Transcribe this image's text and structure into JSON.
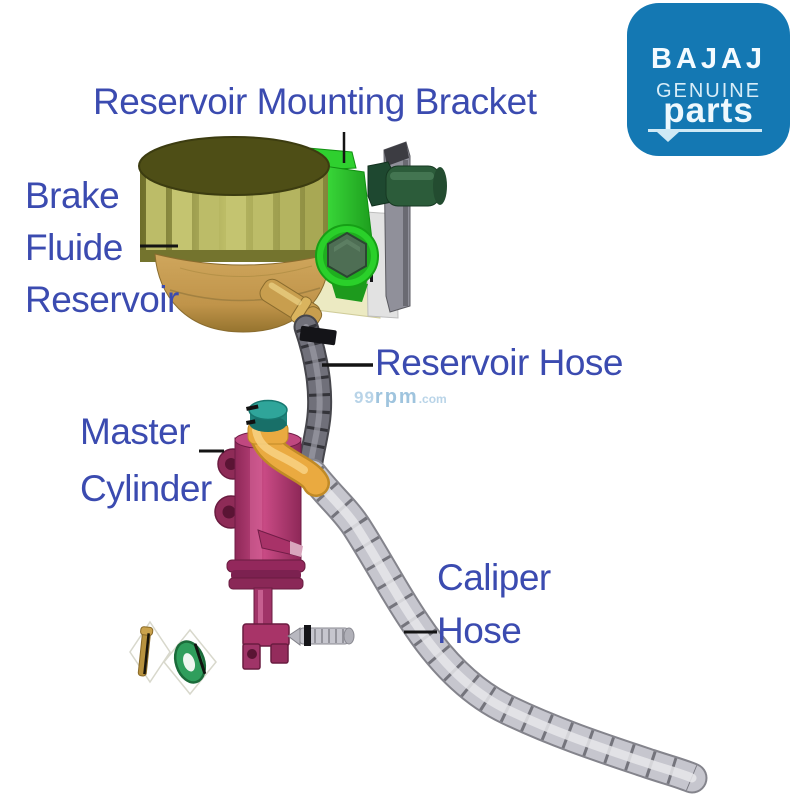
{
  "page": {
    "background_color": "#ffffff"
  },
  "logo": {
    "brand": "BAJAJ",
    "line2": "GENUINE",
    "line3": "parts",
    "background_color": "#1478b3",
    "text_color": "#ffffff"
  },
  "labels": {
    "color": "#3b4bb0",
    "reservoir_mounting_bracket": "Reservoir Mounting Bracket",
    "brake_fluid_reservoir_line1": "Brake",
    "brake_fluid_reservoir_line2": "Fluide",
    "brake_fluid_reservoir_line3": "Reservoir",
    "reservoir_hose": "Reservoir Hose",
    "master_cylinder_line1": "Master",
    "master_cylinder_line2": "Cylinder",
    "caliper_hose_line1": "Caliper",
    "caliper_hose_line2": "Hose"
  },
  "watermark": {
    "number": "99",
    "name": "rpm",
    "tld": ".com",
    "color": "#9fc4de"
  },
  "diagram": {
    "parts": [
      {
        "id": "reservoir-cap",
        "color": "#b4b45e"
      },
      {
        "id": "brake-fluid-reservoir",
        "color": "#c89e4e"
      },
      {
        "id": "reservoir-mounting-bracket",
        "color": "#2ad02a"
      },
      {
        "id": "bracket-bolt",
        "color": "#4e6e54"
      },
      {
        "id": "bracket-plate",
        "color": "#90909a"
      },
      {
        "id": "bracket-sleeve",
        "color": "#2c5c3a"
      },
      {
        "id": "reservoir-hose",
        "color": "#70707a"
      },
      {
        "id": "hose-clamp",
        "color": "#141418"
      },
      {
        "id": "master-cylinder",
        "color": "#b83c74"
      },
      {
        "id": "reservoir-port-cap",
        "color": "#2fa59a"
      },
      {
        "id": "banjo-fitting",
        "color": "#e9a93c"
      },
      {
        "id": "caliper-hose",
        "color": "#c6c6ce"
      },
      {
        "id": "clevis-pin",
        "color": "#c6c6ce"
      },
      {
        "id": "sealing-washer",
        "color": "#2f9e5c"
      },
      {
        "id": "cotter-pin",
        "color": "#b8923e"
      }
    ]
  }
}
